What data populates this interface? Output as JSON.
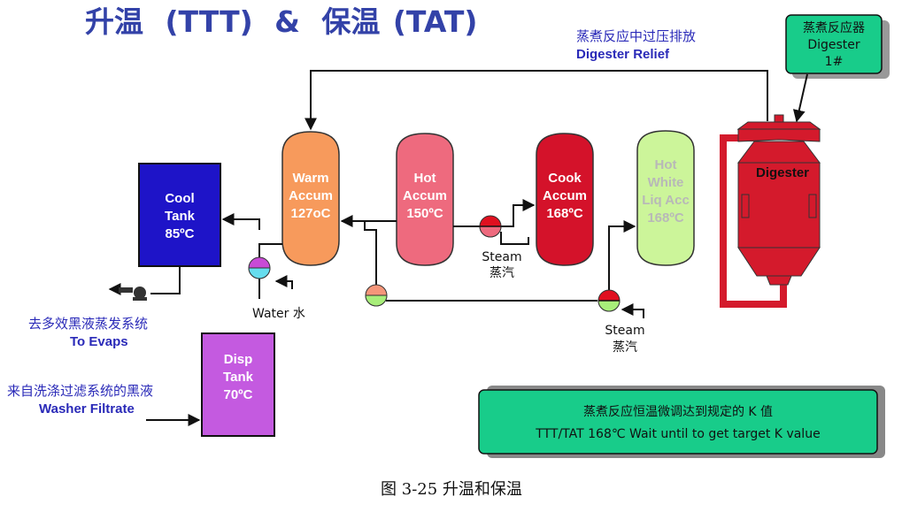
{
  "title": {
    "part1": "升温",
    "part2": "(TTT)",
    "part3": "&",
    "part4": "保温",
    "part5": "(TAT)"
  },
  "relief": {
    "cn": "蒸煮反应中过压排放",
    "en": "Digester Relief"
  },
  "digester_box": {
    "line1": "蒸煮反应器",
    "line2": "Digester",
    "line3": "1#"
  },
  "tanks": {
    "cool": {
      "line1": "Cool",
      "line2": "Tank",
      "line3": "85ºC",
      "color": "#1e14c8"
    },
    "warm": {
      "line1": "Warm",
      "line2": "Accum",
      "line3": "127oC",
      "color": "#f79a5c"
    },
    "hot": {
      "line1": "Hot",
      "line2": "Accum",
      "line3": "150ºC",
      "color": "#ee6a7e"
    },
    "cook": {
      "line1": "Cook",
      "line2": "Accum",
      "line3": "168ºC",
      "color": "#d4122a"
    },
    "white": {
      "line1": "Hot",
      "line2": "White",
      "line3": "Liq Acc",
      "line4": "168ºC",
      "color": "#ccf59a"
    },
    "digester": {
      "label": "Digester",
      "color": "#d41a2c"
    },
    "disp": {
      "line1": "Disp",
      "line2": "Tank",
      "line3": "70ºC",
      "color": "#c45ae0"
    }
  },
  "labels": {
    "steam1_en": "Steam",
    "steam1_cn": "蒸汽",
    "steam2_en": "Steam",
    "steam2_cn": "蒸汽",
    "water": "Water  水",
    "evaps_cn": "去多效黑液蒸发系统",
    "evaps_en": "To Evaps",
    "washer_cn": "来自洗涤过滤系统的黑液",
    "washer_en": "Washer Filtrate"
  },
  "note": {
    "line1": "蒸煮反应恒温微调达到规定的  K 值",
    "line2": "TTT/TAT 168℃  Wait until to get target K value",
    "color": "#18cc8a"
  },
  "caption": "图 3-25  升温和保温"
}
